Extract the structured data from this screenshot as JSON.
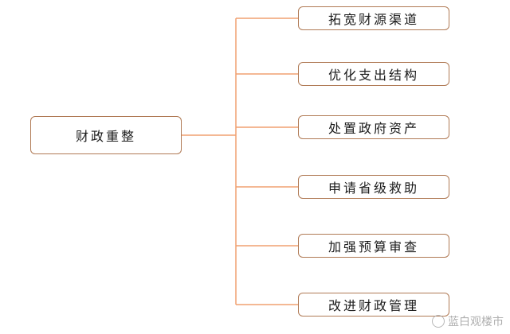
{
  "root": {
    "label": "财政重整"
  },
  "children": [
    {
      "label": "拓宽财源渠道"
    },
    {
      "label": "优化支出结构"
    },
    {
      "label": "处置政府资产"
    },
    {
      "label": "申请省级救助"
    },
    {
      "label": "加强预算审查"
    },
    {
      "label": "改进财政管理"
    }
  ],
  "watermark": {
    "text": "蓝白观楼市"
  },
  "colors": {
    "connector": "#f0a070",
    "box_border": "#b07a55",
    "text": "#1a1a1a"
  }
}
